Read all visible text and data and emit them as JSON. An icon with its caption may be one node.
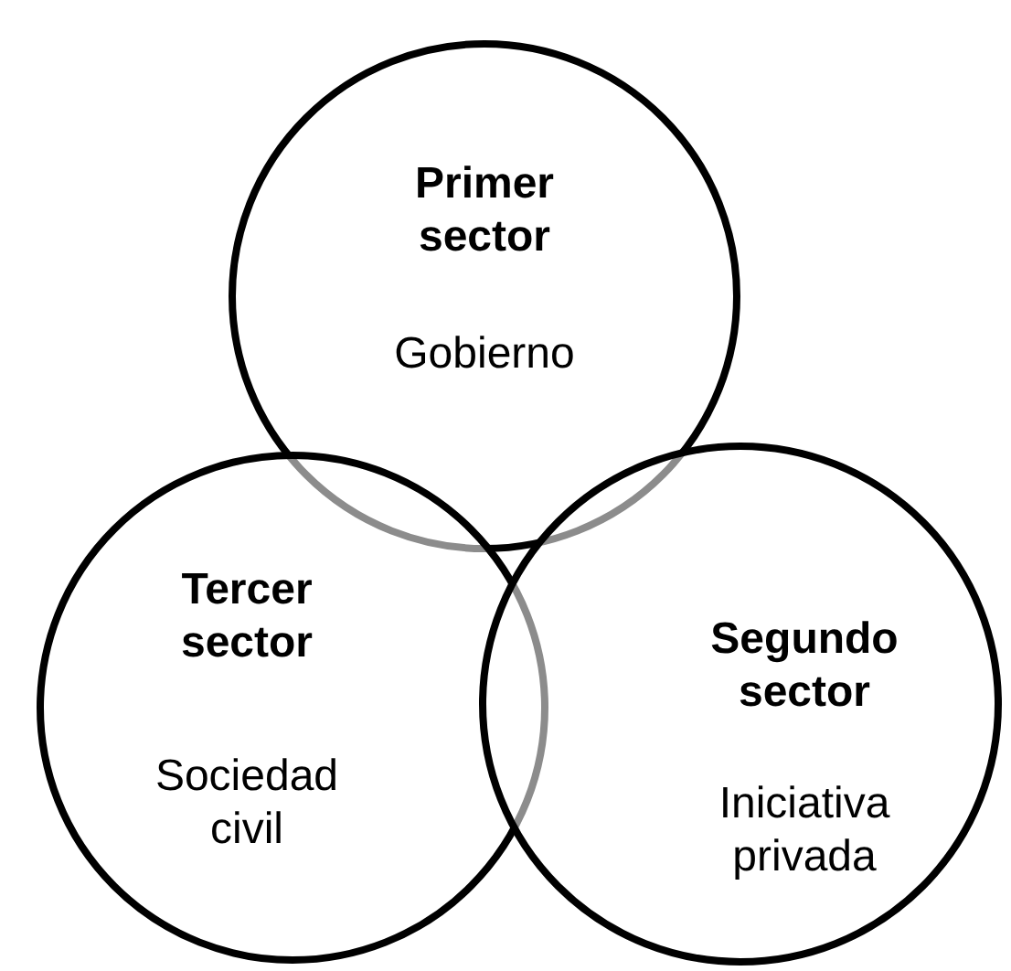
{
  "diagram": {
    "nodes": [
      {
        "text": [
          "Primer sector",
          "Gobierno"
        ]
      },
      {
        "text": [
          "Tercer sector",
          "Sociedad civil"
        ]
      },
      {
        "text": [
          "Segundo sector",
          "Iniciativa privada"
        ]
      }
    ]
  }
}
